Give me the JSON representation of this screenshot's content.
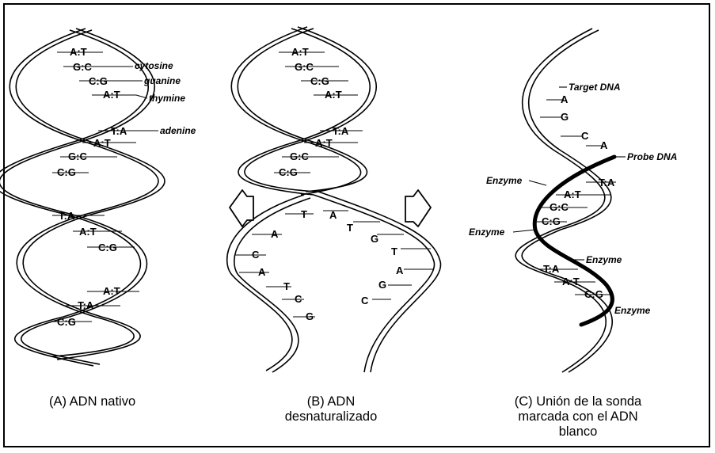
{
  "panels": {
    "a": {
      "caption": "(A) ADN nativo",
      "pairs": [
        "A:T",
        "G:C",
        "C:G",
        "A:T",
        "T:A",
        "A:T",
        "G:C",
        "C:G",
        "T:A",
        "A:T",
        "C:G",
        "A:T",
        "T:A",
        "C:G"
      ],
      "labels": {
        "cytosine": "cytosine",
        "guanine": "guanine",
        "thymine": "thymine",
        "adenine": "adenine"
      }
    },
    "b": {
      "caption_line1": "(B) ADN",
      "caption_line2": "desnaturalizado",
      "pairs": [
        "A:T",
        "G:C",
        "C:G",
        "A:T",
        "T:A",
        "A:T",
        "G:C",
        "C:G"
      ],
      "left_bases": [
        "T",
        "A",
        "C",
        "A",
        "T",
        "C",
        "G"
      ],
      "right_bases": [
        "A",
        "T",
        "G",
        "T",
        "A",
        "G",
        "C"
      ]
    },
    "c": {
      "caption_line1": "(C) Unión de la sonda",
      "caption_line2": "marcada con el ADN",
      "caption_line3": "blanco",
      "target_bases": [
        "A",
        "G",
        "C",
        "A"
      ],
      "pairs": [
        "T:A",
        "A:T",
        "G:C",
        "C:G",
        "T:A",
        "A:T",
        "C:G"
      ],
      "labels": {
        "target": "Target DNA",
        "probe": "Probe DNA",
        "enzyme": "Enzyme"
      }
    }
  }
}
